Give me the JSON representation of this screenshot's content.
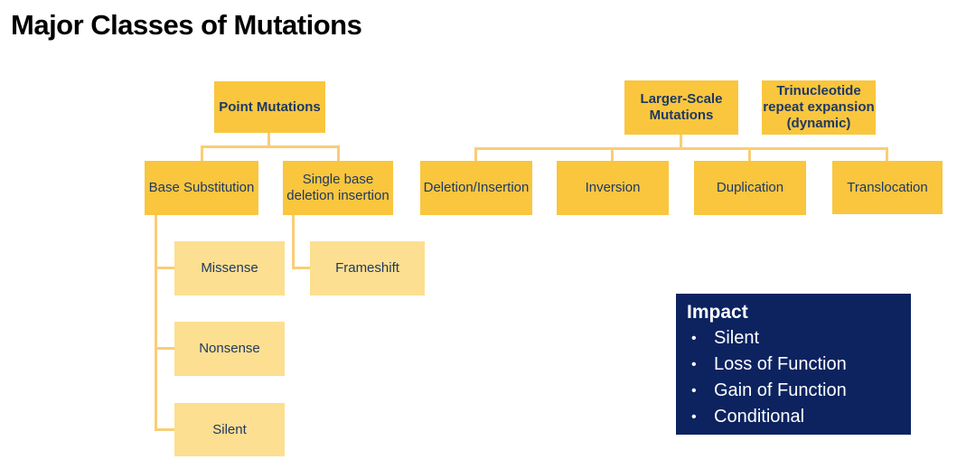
{
  "title": "Major Classes of Mutations",
  "colors": {
    "gold": "#F9C63E",
    "light_gold": "#FCDF90",
    "connector": "#FACD77",
    "navy_text": "#1F3864",
    "impact_bg": "#0C2360",
    "impact_text": "#FFFFFF",
    "title_color": "#000000",
    "background": "#FFFFFF"
  },
  "nodes": {
    "point_mutations": {
      "label": "Point Mutations"
    },
    "larger_scale": {
      "label": "Larger-Scale\nMutations"
    },
    "trinucleotide": {
      "label": "Trinucleotide\nrepeat expansion\n(dynamic)"
    },
    "base_substitution": {
      "label": "Base Substitution"
    },
    "single_base": {
      "label": "Single base\ndeletion insertion"
    },
    "deletion_insertion": {
      "label": "Deletion/Insertion"
    },
    "inversion": {
      "label": "Inversion"
    },
    "duplication": {
      "label": "Duplication"
    },
    "translocation": {
      "label": "Translocation"
    },
    "missense": {
      "label": "Missense"
    },
    "nonsense": {
      "label": "Nonsense"
    },
    "silent": {
      "label": "Silent"
    },
    "frameshift": {
      "label": "Frameshift"
    }
  },
  "impact": {
    "heading": "Impact",
    "bullet": "•",
    "items": [
      "Silent",
      "Loss of Function",
      "Gain of Function",
      "Conditional"
    ]
  }
}
